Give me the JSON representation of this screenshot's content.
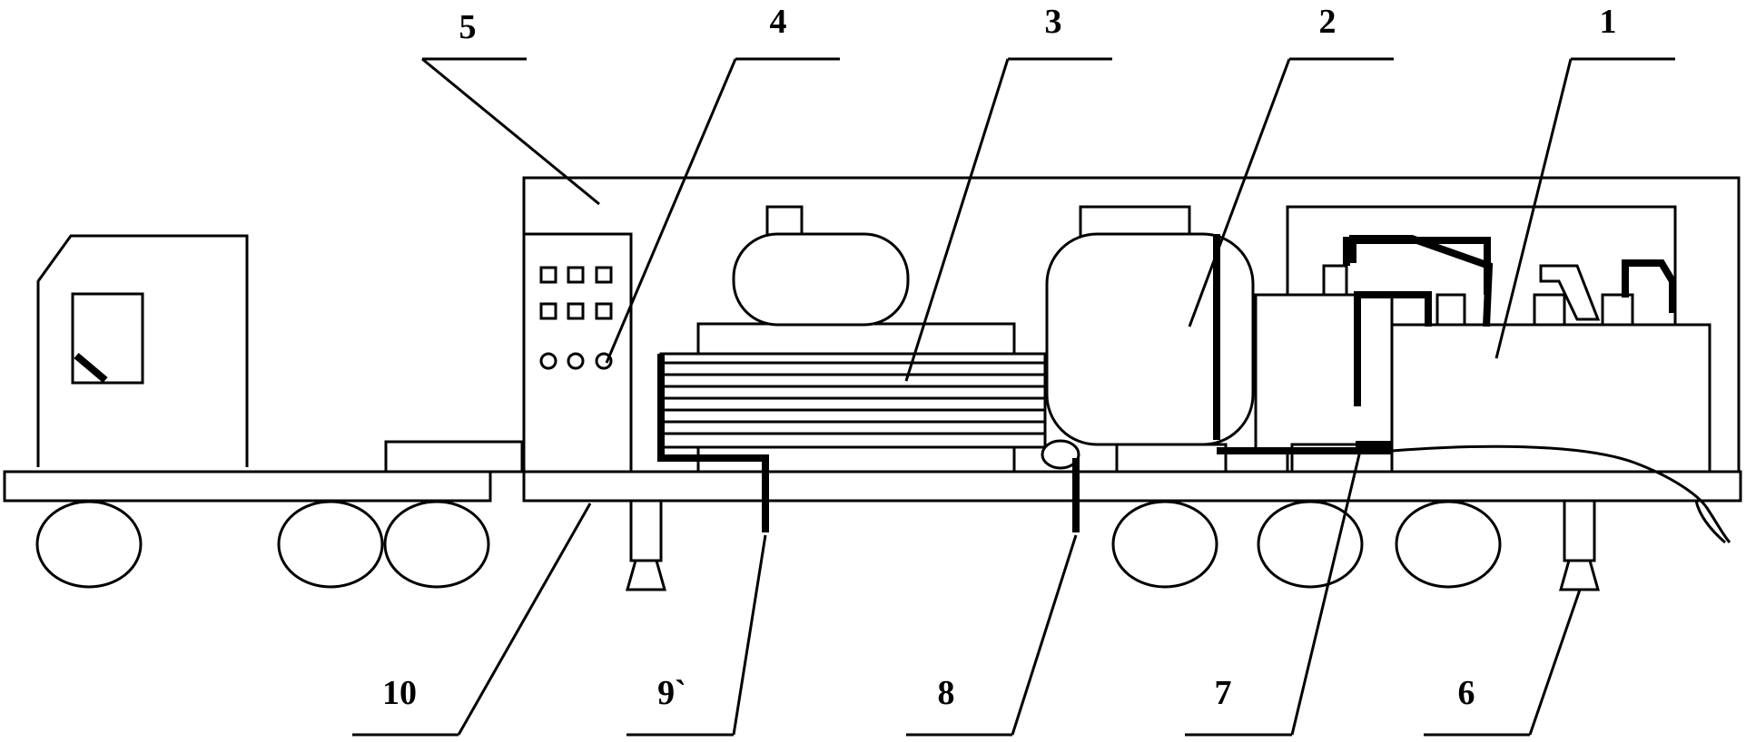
{
  "labels": {
    "l1": "1",
    "l2": "2",
    "l3": "3",
    "l4": "4",
    "l5": "5",
    "l6": "6",
    "l7": "7",
    "l8": "8",
    "l9": "9`",
    "l10": "10"
  }
}
